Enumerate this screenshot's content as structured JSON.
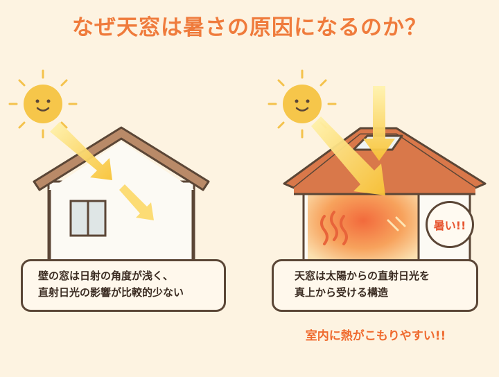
{
  "title": "なぜ天窓は暑さの原因になるのか？",
  "left_panel": {
    "caption_line1": "壁の窓は日射の角度が浅く、",
    "caption_line2": "直射日光の影響が比較的少ない"
  },
  "right_panel": {
    "caption_line1": "天窓は太陽からの直射日光を",
    "caption_line2": "真上から受ける構造",
    "hot_label": "暑い!!",
    "note": "室内に熱がこもりやすい!!"
  },
  "colors": {
    "background": "#fdf3e1",
    "accent": "#ef7b3c",
    "sun": "#f6c64a",
    "roof_left": "#b98a68",
    "roof_right": "#d9784a",
    "heat": "#f58a4a",
    "outline": "#5b4636"
  },
  "icons": [
    "sun-icon",
    "arrow-icon",
    "heat-wave-icon",
    "skylight-icon",
    "window-icon"
  ]
}
